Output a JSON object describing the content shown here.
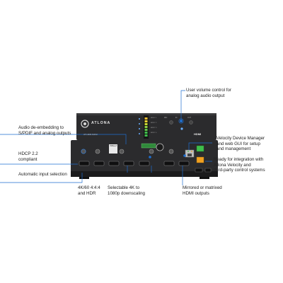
{
  "device": {
    "brand": "ATLONA",
    "model": "AT-HDR-M4X2",
    "hdmi_logo": "HDMI",
    "rear_badge": "HDBaseT",
    "front_panel_labels": [
      "MIC",
      "IN",
      "OUT",
      "HDMI"
    ],
    "front_meter_labels": [
      "INPUT 1",
      "INPUT 2",
      "INPUT 3",
      "INPUT 4"
    ]
  },
  "callouts": [
    {
      "id": "volume",
      "lines": [
        "User volume control for",
        "analog audio output"
      ]
    },
    {
      "id": "audio",
      "lines": [
        "Audio de-embedding to",
        "S/PDIF and analog outputs"
      ]
    },
    {
      "id": "velocity",
      "lines": [
        "Velocity Device Manager",
        "and web GUI for setup",
        "and management"
      ]
    },
    {
      "id": "hdcp",
      "lines": [
        "HDCP 2.2",
        "compliant"
      ]
    },
    {
      "id": "autoinput",
      "lines": [
        "Automatic input selection"
      ]
    },
    {
      "id": "integration",
      "lines": [
        "Ready for integration with",
        "Atlona Velocity and",
        "third-party control systems"
      ]
    },
    {
      "id": "4k",
      "lines": [
        "4K/60 4:4:4",
        "and HDR"
      ]
    },
    {
      "id": "downscale",
      "lines": [
        "Selectable 4K to",
        "1080p downscaling"
      ]
    },
    {
      "id": "mirrored",
      "lines": [
        "Mirrored or matrixed",
        "HDMI outputs"
      ]
    }
  ],
  "colors": {
    "accent": "#1e6fd0",
    "chassis": "#2b2b2d",
    "chassis_dark": "#1b1b1c",
    "port_green": "#3fbf4c",
    "port_orange": "#f0a020"
  }
}
